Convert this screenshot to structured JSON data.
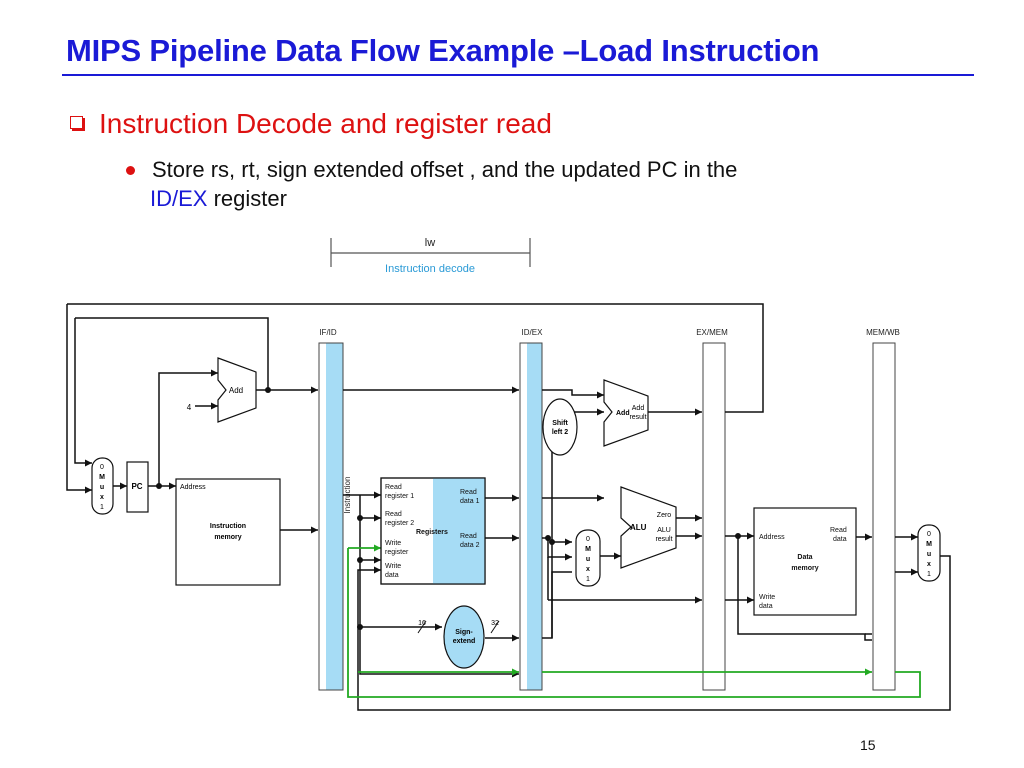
{
  "slide": {
    "title": "MIPS Pipeline Data Flow Example –Load Instruction",
    "bullet1": "Instruction Decode and register read",
    "bullet2_line1": "Store rs, rt, sign extended offset , and the updated PC in the",
    "bullet2_idex": "ID/EX",
    "bullet2_rest": " register",
    "page_number": "15"
  },
  "diagram": {
    "stage_instr": "lw",
    "stage_name": "Instruction decode",
    "pipe_regs": [
      "IF/ID",
      "ID/EX",
      "EX/MEM",
      "MEM/WB"
    ],
    "add_label": "Add",
    "four": "4",
    "pc": "PC",
    "mux_letters": [
      "0",
      "M",
      "u",
      "x",
      "1"
    ],
    "instr_mem": {
      "address": "Address",
      "name1": "Instruction",
      "name2": "memory"
    },
    "instruction_label": "Instruction",
    "registers": {
      "read_reg1_a": "Read",
      "read_reg1_b": "register 1",
      "read_reg2_a": "Read",
      "read_reg2_b": "register 2",
      "write_reg_a": "Write",
      "write_reg_b": "register",
      "write_data_a": "Write",
      "write_data_b": "data",
      "read_data1_a": "Read",
      "read_data1_b": "data 1",
      "read_data2_a": "Read",
      "read_data2_b": "data 2",
      "name": "Registers"
    },
    "shift_left": {
      "a": "Shift",
      "b": "left 2"
    },
    "add_result_a": "Add",
    "add_result_b": "result",
    "alu": {
      "name": "ALU",
      "zero": "Zero",
      "result_a": "ALU",
      "result_b": "result"
    },
    "sign_extend": {
      "a": "Sign-",
      "b": "extend",
      "in": "16",
      "out": "32"
    },
    "data_mem": {
      "address": "Address",
      "read_a": "Read",
      "read_b": "data",
      "name_a": "Data",
      "name_b": "memory",
      "write_a": "Write",
      "write_b": "data"
    },
    "colors": {
      "title": "#1a1ad6",
      "bullet": "#dd1111",
      "highlight": "#a6dcf5",
      "green_path": "#22aa22",
      "stage_text": "#2a9ad6"
    }
  }
}
